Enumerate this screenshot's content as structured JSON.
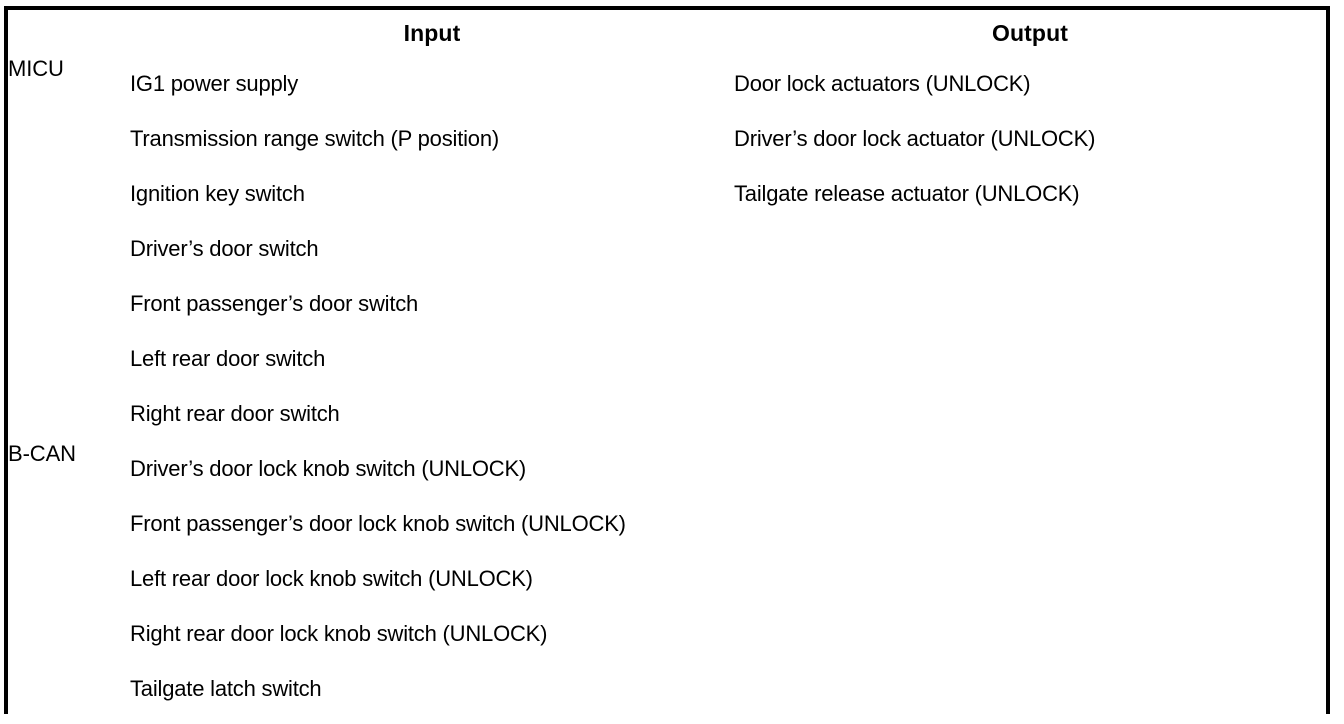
{
  "table": {
    "headers": {
      "system": "",
      "input": "Input",
      "output": "Output"
    },
    "rows": [
      {
        "system": "MICU",
        "inputs": [
          "IG1 power supply",
          "Transmission range switch (P position)",
          "Ignition key switch",
          "Driver’s door switch",
          "Front passenger’s door switch",
          "Left rear door switch",
          "Right rear door switch"
        ],
        "outputs": [
          "Door lock actuators (UNLOCK)",
          "Driver’s door lock actuator (UNLOCK)",
          "Tailgate release actuator (UNLOCK)"
        ]
      },
      {
        "system": "B-CAN",
        "inputs": [
          "Driver’s door lock knob switch (UNLOCK)",
          "Front passenger’s door lock knob switch (UNLOCK)",
          "Left rear door lock knob switch (UNLOCK)",
          "Right rear door lock knob switch (UNLOCK)",
          "Tailgate latch switch"
        ],
        "outputs": []
      }
    ]
  },
  "colors": {
    "border": "#000000",
    "text": "#000000",
    "background": "#ffffff"
  }
}
